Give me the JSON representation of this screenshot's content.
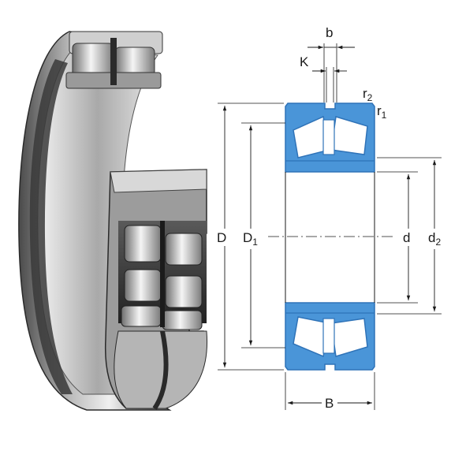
{
  "labels": {
    "b": "b",
    "K": "K",
    "r2_base": "r",
    "r2_sub": "2",
    "r1_base": "r",
    "r1_sub": "1",
    "D": "D",
    "D1_base": "D",
    "D1_sub": "1",
    "d": "d",
    "d2_base": "d",
    "d2_sub": "2",
    "B": "B"
  },
  "colors": {
    "section_fill": "#4a95d8",
    "section_stroke": "#2f73b8",
    "roller_fill": "#ffffff",
    "line": "#1a1a1a",
    "metal_dark": "#3c3c3c",
    "metal_mid": "#8e8e8e",
    "metal_light": "#d6d6d6"
  },
  "icons": {
    "photo": "spherical-roller-bearing-render",
    "drawing": "bearing-cross-section-drawing"
  }
}
